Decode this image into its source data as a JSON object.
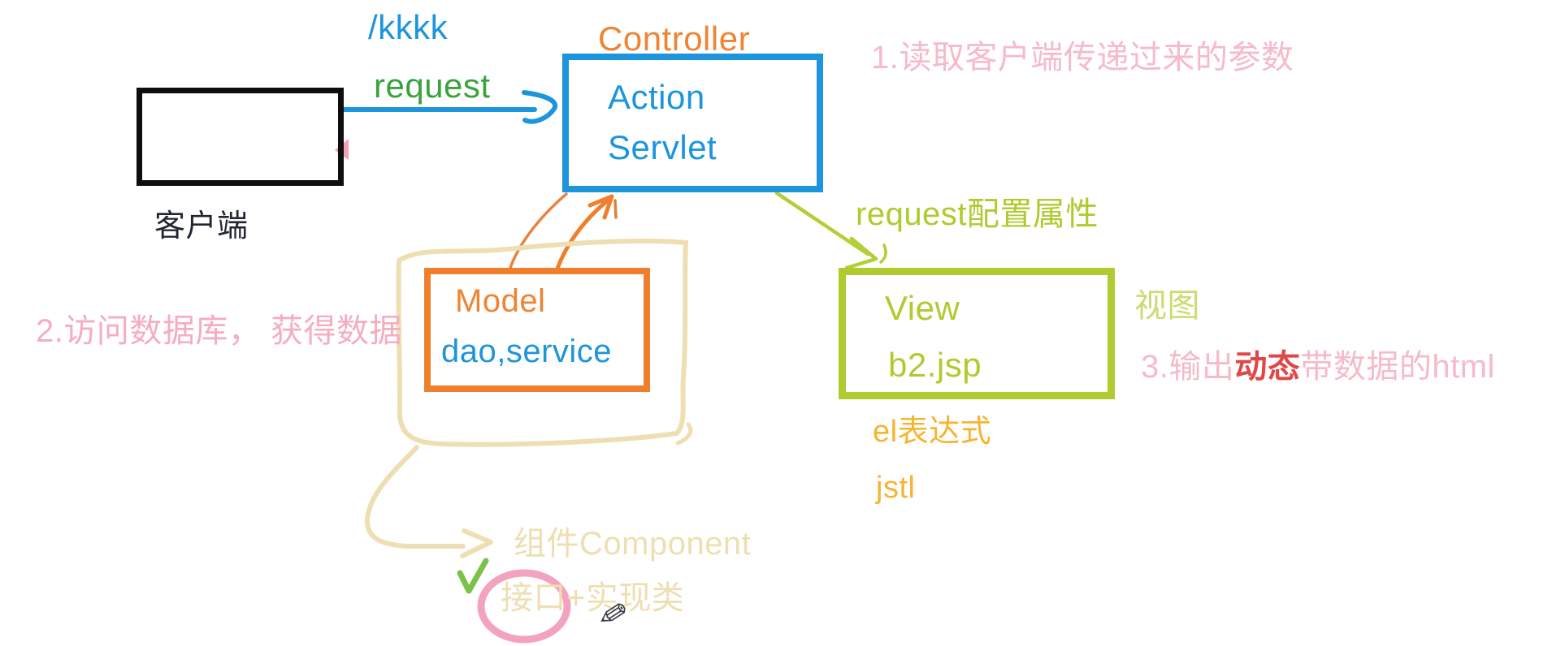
{
  "labels": {
    "url_path": "/kkkk",
    "request": "request",
    "client": "客户端",
    "controller_title": "Controller",
    "controller_line1": "Action",
    "controller_line2": "Servlet",
    "note1": "1.读取客户端传递过来的参数",
    "note2": "2.访问数据库， 获得数据",
    "model_title": "Model",
    "model_line2": "dao,service",
    "request_attr": "request配置属性",
    "view_line1": "View",
    "view_line2": "b2.jsp",
    "view_side": "视图",
    "note3_prefix": "3.输出",
    "note3_highlight": "动态",
    "note3_suffix": "带数据的html",
    "el": "el表达式",
    "jstl": "jstl",
    "component": "组件Component",
    "interface": "接口",
    "impl": "+实现类",
    "pencil_icon": "✎"
  },
  "colors": {
    "blue": "#1d95dd",
    "orange": "#f07f2d",
    "orange_text": "#ef8432",
    "green": "#3ba33e",
    "yellow_green": "#aecb2f",
    "yellow_green_light": "#c9dd72",
    "pink_note": "#f6bac9",
    "red_highlight": "#e04848",
    "amber": "#f6b42f",
    "tan": "#eedfb2",
    "pink_circle": "#f3a3c0",
    "check_green": "#7cc24a",
    "black_box": "#0e0e0e"
  }
}
